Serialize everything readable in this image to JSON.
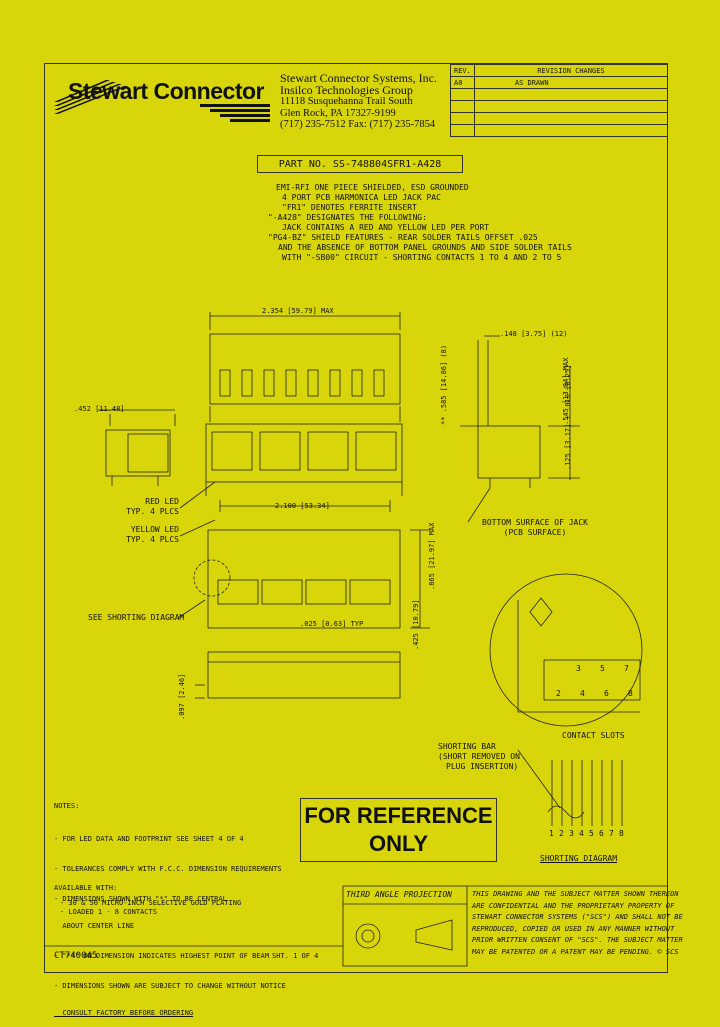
{
  "logo": {
    "text": "Stewart Connector"
  },
  "company": {
    "lines": [
      "Stewart Connector Systems, Inc.",
      "Insilco Technologies Group",
      "11118 Susquehanna Trail South",
      "Glen Rock, PA   17327-9199",
      "(717) 235-7512   Fax: (717) 235-7854"
    ]
  },
  "revision": {
    "headers": [
      "REV.",
      "REVISION CHANGES"
    ],
    "rows": [
      [
        "A0",
        "AS DRAWN"
      ]
    ]
  },
  "part_number": "PART NO. SS-748804SFR1-A428",
  "description": [
    "EMI-RFI ONE PIECE SHIELDED, ESD GROUNDED",
    "4 PORT PCB HARMONICA LED JACK PAC",
    "\"FR1\" DENOTES FERRITE INSERT",
    "\"-A428\" DESIGNATES THE FOLLOWING:",
    "JACK CONTAINS A RED AND YELLOW LED PER PORT",
    "\"PG4-BZ\" SHIELD FEATURES - REAR SOLDER TAILS OFFSET .025",
    "AND THE ABSENCE OF BOTTOM PANEL GROUNDS AND SIDE SOLDER TAILS",
    "WITH \"-SB00\" CIRCUIT - SHORTING CONTACTS 1 TO 4 AND 2 TO 5"
  ],
  "dimensions": {
    "width_max": "2.354 [59.79] MAX",
    "side_depth": ".452 [11.48]",
    "pitch": "2.100 [53.34]",
    "depth_max": ".865 [21.97] MAX",
    "depth2": ".425 [10.79]",
    "tail_pitch": ".025 [0.63] TYP",
    "tail_height": ".097 [2.46]",
    "right_top": ".148 [3.75] (12)",
    "right_h1": "** .585 [14.86] (8)",
    "right_h2": ".545 [13.84] MAX",
    "right_h3": ".125 [3.17] ± .010 [0.25]"
  },
  "callouts": {
    "red_led": [
      "RED LED",
      "TYP. 4 PLCS"
    ],
    "yellow_led": [
      "YELLOW LED",
      "TYP. 4 PLCS"
    ],
    "see_shorting": "SEE SHORTING DIAGRAM",
    "bottom_surface": [
      "BOTTOM SURFACE OF JACK",
      "(PCB SURFACE)"
    ],
    "contact_slots": "CONTACT SLOTS",
    "shorting_bar": [
      "SHORTING BAR",
      "(SHORT REMOVED ON",
      "PLUG INSERTION)"
    ],
    "shorting_diagram": "SHORTING DIAGRAM",
    "slot_numbers_top": [
      "3",
      "5",
      "7"
    ],
    "slot_numbers_bottom": [
      "2",
      "4",
      "6",
      "8"
    ],
    "pin_numbers": [
      "1",
      "2",
      "3",
      "4",
      "5",
      "6",
      "7",
      "8"
    ]
  },
  "notes": {
    "title": "NOTES:",
    "items": [
      "- FOR LED DATA AND FOOTPRINT SEE SHEET 4 OF 4",
      "- TOLERANCES COMPLY WITH F.C.C. DIMENSION REQUIREMENTS",
      "- DIMENSIONS SHOWN WITH \"*\" TO BE CENTRAL",
      "  ABOUT CENTER LINE",
      "- \"**\" ON DIMENSION INDICATES HIGHEST POINT OF BEAM",
      "- DIMENSIONS SHOWN ARE SUBJECT TO CHANGE WITHOUT NOTICE",
      "  CONSULT FACTORY BEFORE ORDERING"
    ]
  },
  "available": {
    "title": "AVAILABLE WITH:",
    "items": [
      "- 30 & 50 MICRO-INCH SELECTIVE GOLD PLATING",
      "- LOADED  1 - 8 CONTACTS"
    ]
  },
  "reference": [
    "FOR REFERENCE",
    "ONLY"
  ],
  "projection": "THIRD ANGLE PROJECTION",
  "confidential": [
    "THIS DRAWING AND THE SUBJECT MATTER SHOWN THEREON",
    "ARE CONFIDENTIAL AND THE PROPRIETARY PROPERTY OF",
    "STEWART CONNECTOR SYSTEMS (\"SCS\") AND SHALL NOT BE",
    "REPRODUCED, COPIED OR USED IN ANY MANNER WITHOUT",
    "PRIOR WRITTEN CONSENT OF \"SCS\".  THE SUBJECT MATTER",
    "MAY BE PATENTED OR A PATENT MAY BE PENDING.  © SCS"
  ],
  "drawing_number": "CT740045",
  "sheet": "SHT. 1 OF 4"
}
